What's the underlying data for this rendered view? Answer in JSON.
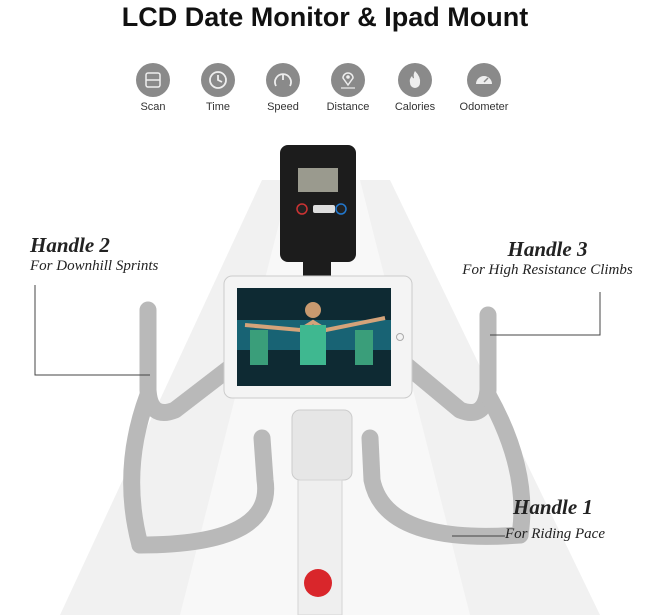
{
  "title": "LCD Date Monitor & Ipad Mount",
  "features": [
    {
      "label": "Scan",
      "icon": "scan-icon"
    },
    {
      "label": "Time",
      "icon": "clock-icon"
    },
    {
      "label": "Speed",
      "icon": "speed-gauge-icon"
    },
    {
      "label": "Distance",
      "icon": "location-pin-icon"
    },
    {
      "label": "Calories",
      "icon": "flame-icon"
    },
    {
      "label": "Odometer",
      "icon": "odometer-icon"
    }
  ],
  "handles": [
    {
      "name": "Handle 2",
      "desc": "For Downhill Sprints"
    },
    {
      "name": "Handle 3",
      "desc": "For High Resistance Climbs"
    },
    {
      "name": "Handle 1",
      "desc": "For Riding Pace"
    }
  ],
  "colors": {
    "icon_bg": "#8a8a8a",
    "bar": "#b9b9b9",
    "knob": "#d9262b"
  }
}
